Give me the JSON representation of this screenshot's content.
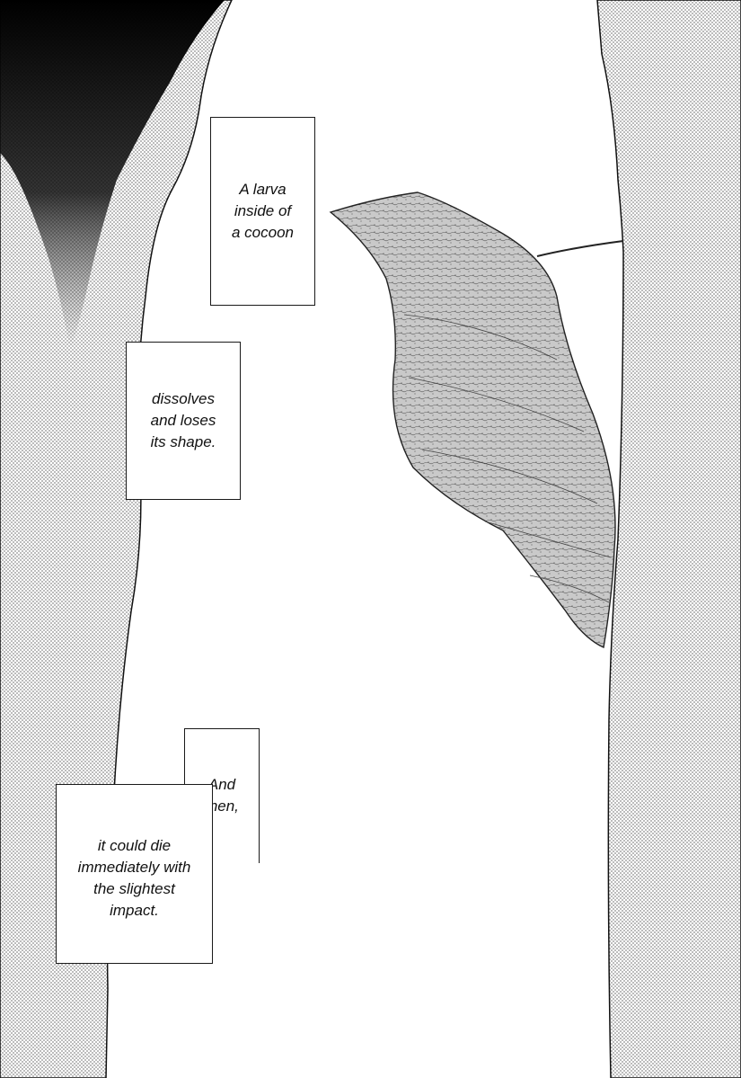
{
  "page": {
    "captions": {
      "c1": "A larva\ninside of\na cocoon",
      "c2": "dissolves\nand loses\nits shape.",
      "c3a": "And\nthen,",
      "c3b": "it could die\nimmediately with\nthe slightest\nimpact."
    },
    "colors": {
      "screentone": "#9a9a9a",
      "ink": "#111111",
      "paper": "#ffffff"
    }
  }
}
